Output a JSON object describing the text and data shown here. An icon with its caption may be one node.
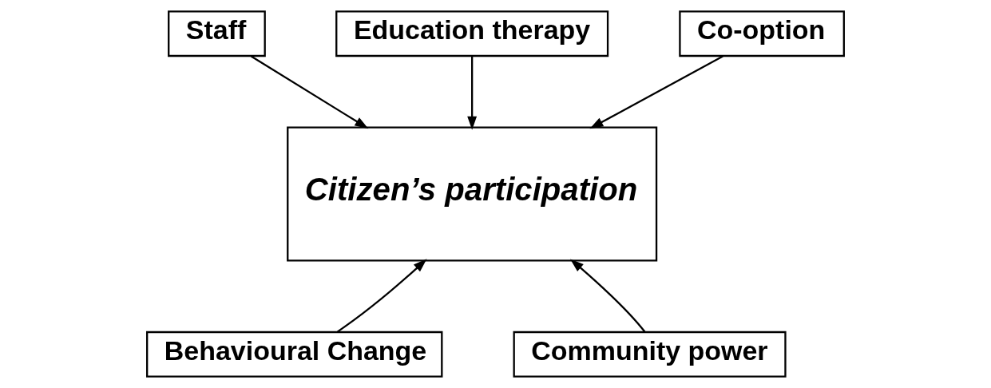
{
  "diagram": {
    "nodes": [
      {
        "text": [
          "Citizen’s participation"
        ]
      },
      {
        "text": [
          "Staff"
        ]
      },
      {
        "text": [
          "Education therapy"
        ]
      },
      {
        "text": [
          "Co-option"
        ]
      },
      {
        "text": [
          "Behavioural Change"
        ]
      },
      {
        "text": [
          "Community power"
        ]
      }
    ],
    "edges": [
      {
        "from": 1,
        "to": 0,
        "arrow": "to"
      },
      {
        "from": 2,
        "to": 0,
        "arrow": "to"
      },
      {
        "from": 3,
        "to": 0,
        "arrow": "to"
      },
      {
        "from": 4,
        "to": 0,
        "arrow": "to"
      },
      {
        "from": 5,
        "to": 0,
        "arrow": "to"
      }
    ]
  }
}
